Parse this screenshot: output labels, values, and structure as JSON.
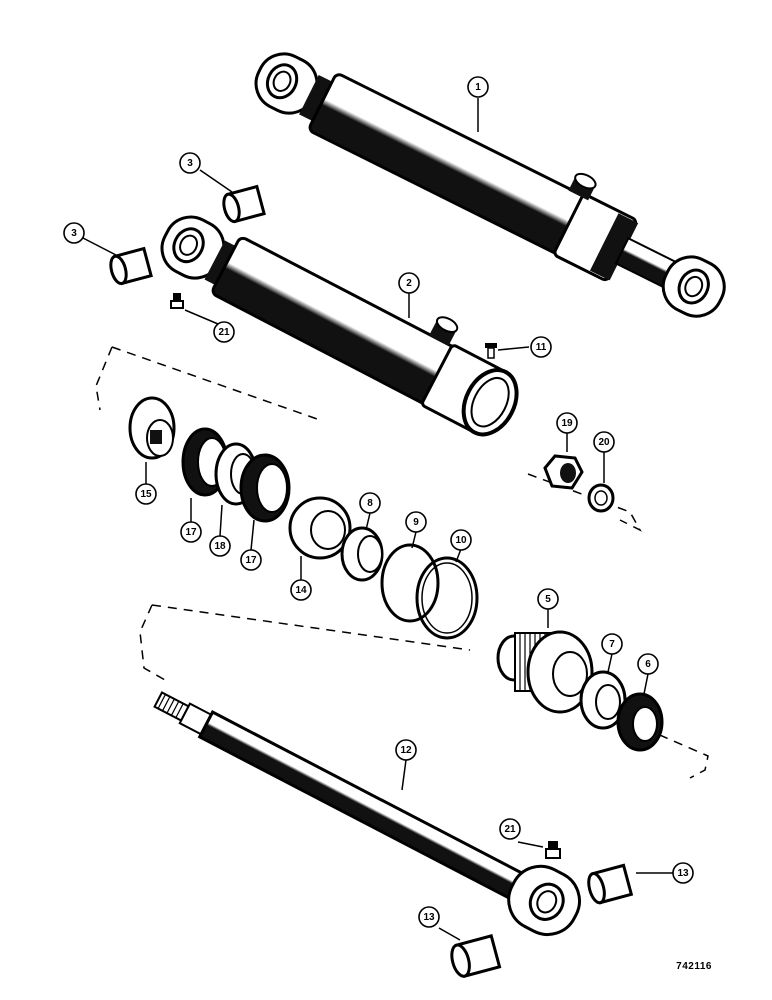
{
  "figure_number": "742116",
  "colors": {
    "ink": "#000000",
    "paper": "#ffffff",
    "shade": "#111111"
  },
  "callouts": [
    {
      "id": "c1",
      "label": "1"
    },
    {
      "id": "c2",
      "label": "2"
    },
    {
      "id": "c3a",
      "label": "3"
    },
    {
      "id": "c3b",
      "label": "3"
    },
    {
      "id": "c21a",
      "label": "21"
    },
    {
      "id": "c11",
      "label": "11"
    },
    {
      "id": "c19",
      "label": "19"
    },
    {
      "id": "c20",
      "label": "20"
    },
    {
      "id": "c15",
      "label": "15"
    },
    {
      "id": "c17a",
      "label": "17"
    },
    {
      "id": "c18",
      "label": "18"
    },
    {
      "id": "c17b",
      "label": "17"
    },
    {
      "id": "c14",
      "label": "14"
    },
    {
      "id": "c8",
      "label": "8"
    },
    {
      "id": "c9",
      "label": "9"
    },
    {
      "id": "c10",
      "label": "10"
    },
    {
      "id": "c5",
      "label": "5"
    },
    {
      "id": "c7",
      "label": "7"
    },
    {
      "id": "c6",
      "label": "6"
    },
    {
      "id": "c12",
      "label": "12"
    },
    {
      "id": "c21b",
      "label": "21"
    },
    {
      "id": "c13a",
      "label": "13"
    },
    {
      "id": "c13b",
      "label": "13"
    }
  ]
}
